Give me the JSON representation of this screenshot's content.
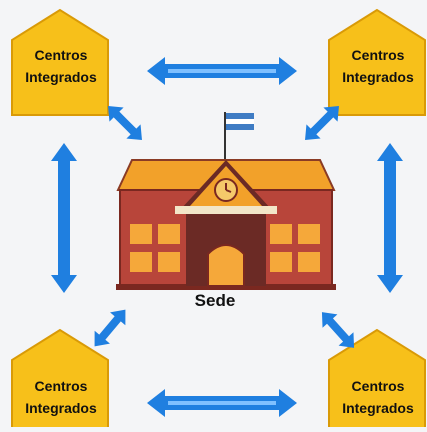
{
  "diagram": {
    "center": {
      "label": "Sede"
    },
    "nodes": [
      {
        "id": "top-left",
        "line1": "Centros",
        "line2": "Integrados"
      },
      {
        "id": "top-right",
        "line1": "Centros",
        "line2": "Integrados"
      },
      {
        "id": "bottom-left",
        "line1": "Centros",
        "line2": "Integrados"
      },
      {
        "id": "bottom-right",
        "line1": "Centros",
        "line2": "Integrados"
      }
    ],
    "colors": {
      "house": "#f7c01a",
      "house_edge": "#d99a07",
      "arrow": "#1f7fe0",
      "arrow_inner": "#7fc0ff",
      "building": "#b8453a",
      "roof": "#f2a12a",
      "window": "#f5a83a",
      "flag": "#3f7cc4"
    }
  }
}
